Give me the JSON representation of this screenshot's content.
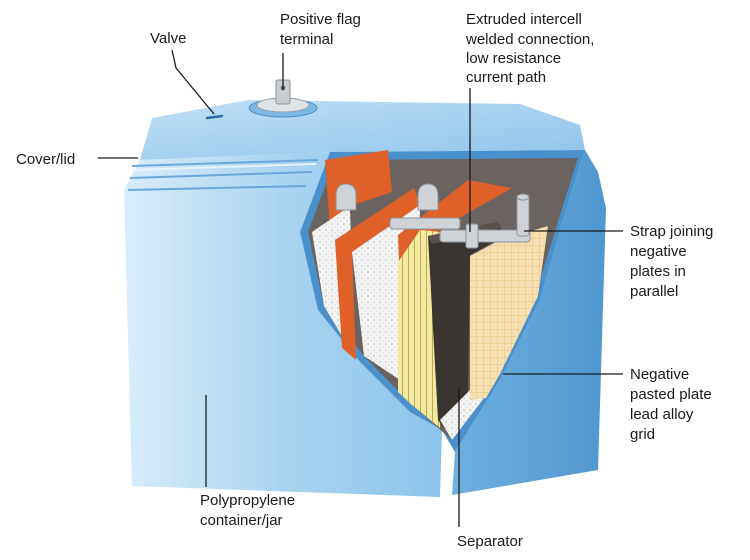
{
  "labels": {
    "valve": "Valve",
    "positive_flag": [
      "Positive flag",
      "terminal"
    ],
    "intercell": [
      "Extruded intercell",
      "welded connection,",
      "low resistance",
      "current path"
    ],
    "cover": "Cover/lid",
    "strap": [
      "Strap joining",
      "negative",
      "plates in",
      "parallel"
    ],
    "negative_plate": [
      "Negative",
      "pasted plate",
      "lead alloy",
      "grid"
    ],
    "container": [
      "Polypropylene",
      "container/jar"
    ],
    "separator": "Separator"
  },
  "colors": {
    "case_light": "#cfe8fa",
    "case_mid": "#8fc5ec",
    "case_dark": "#5a9fd4",
    "plate_orange": "#e0602a",
    "plate_dark": "#3b3532",
    "separator_white": "#f2f2f2",
    "grid_tan": "#f3d9a8",
    "grid_yellow": "#f1e6a0",
    "lead_grey": "#c9cdd2"
  }
}
